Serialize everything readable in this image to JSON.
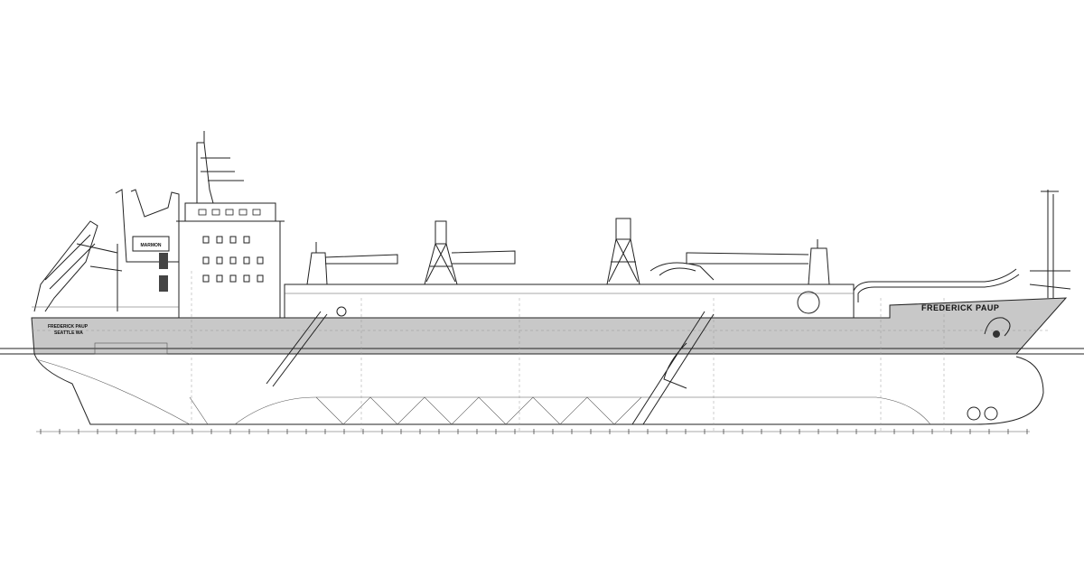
{
  "vessel": {
    "name_bow": "FREDERICK PAUP",
    "name_stern": "FREDERICK PAUP",
    "home_port": "SEATTLE WA",
    "funnel_logo": "MARMON"
  },
  "colors": {
    "hull_band": "#c8c8c8",
    "line": "#222222",
    "logo_panel": "#333333"
  }
}
